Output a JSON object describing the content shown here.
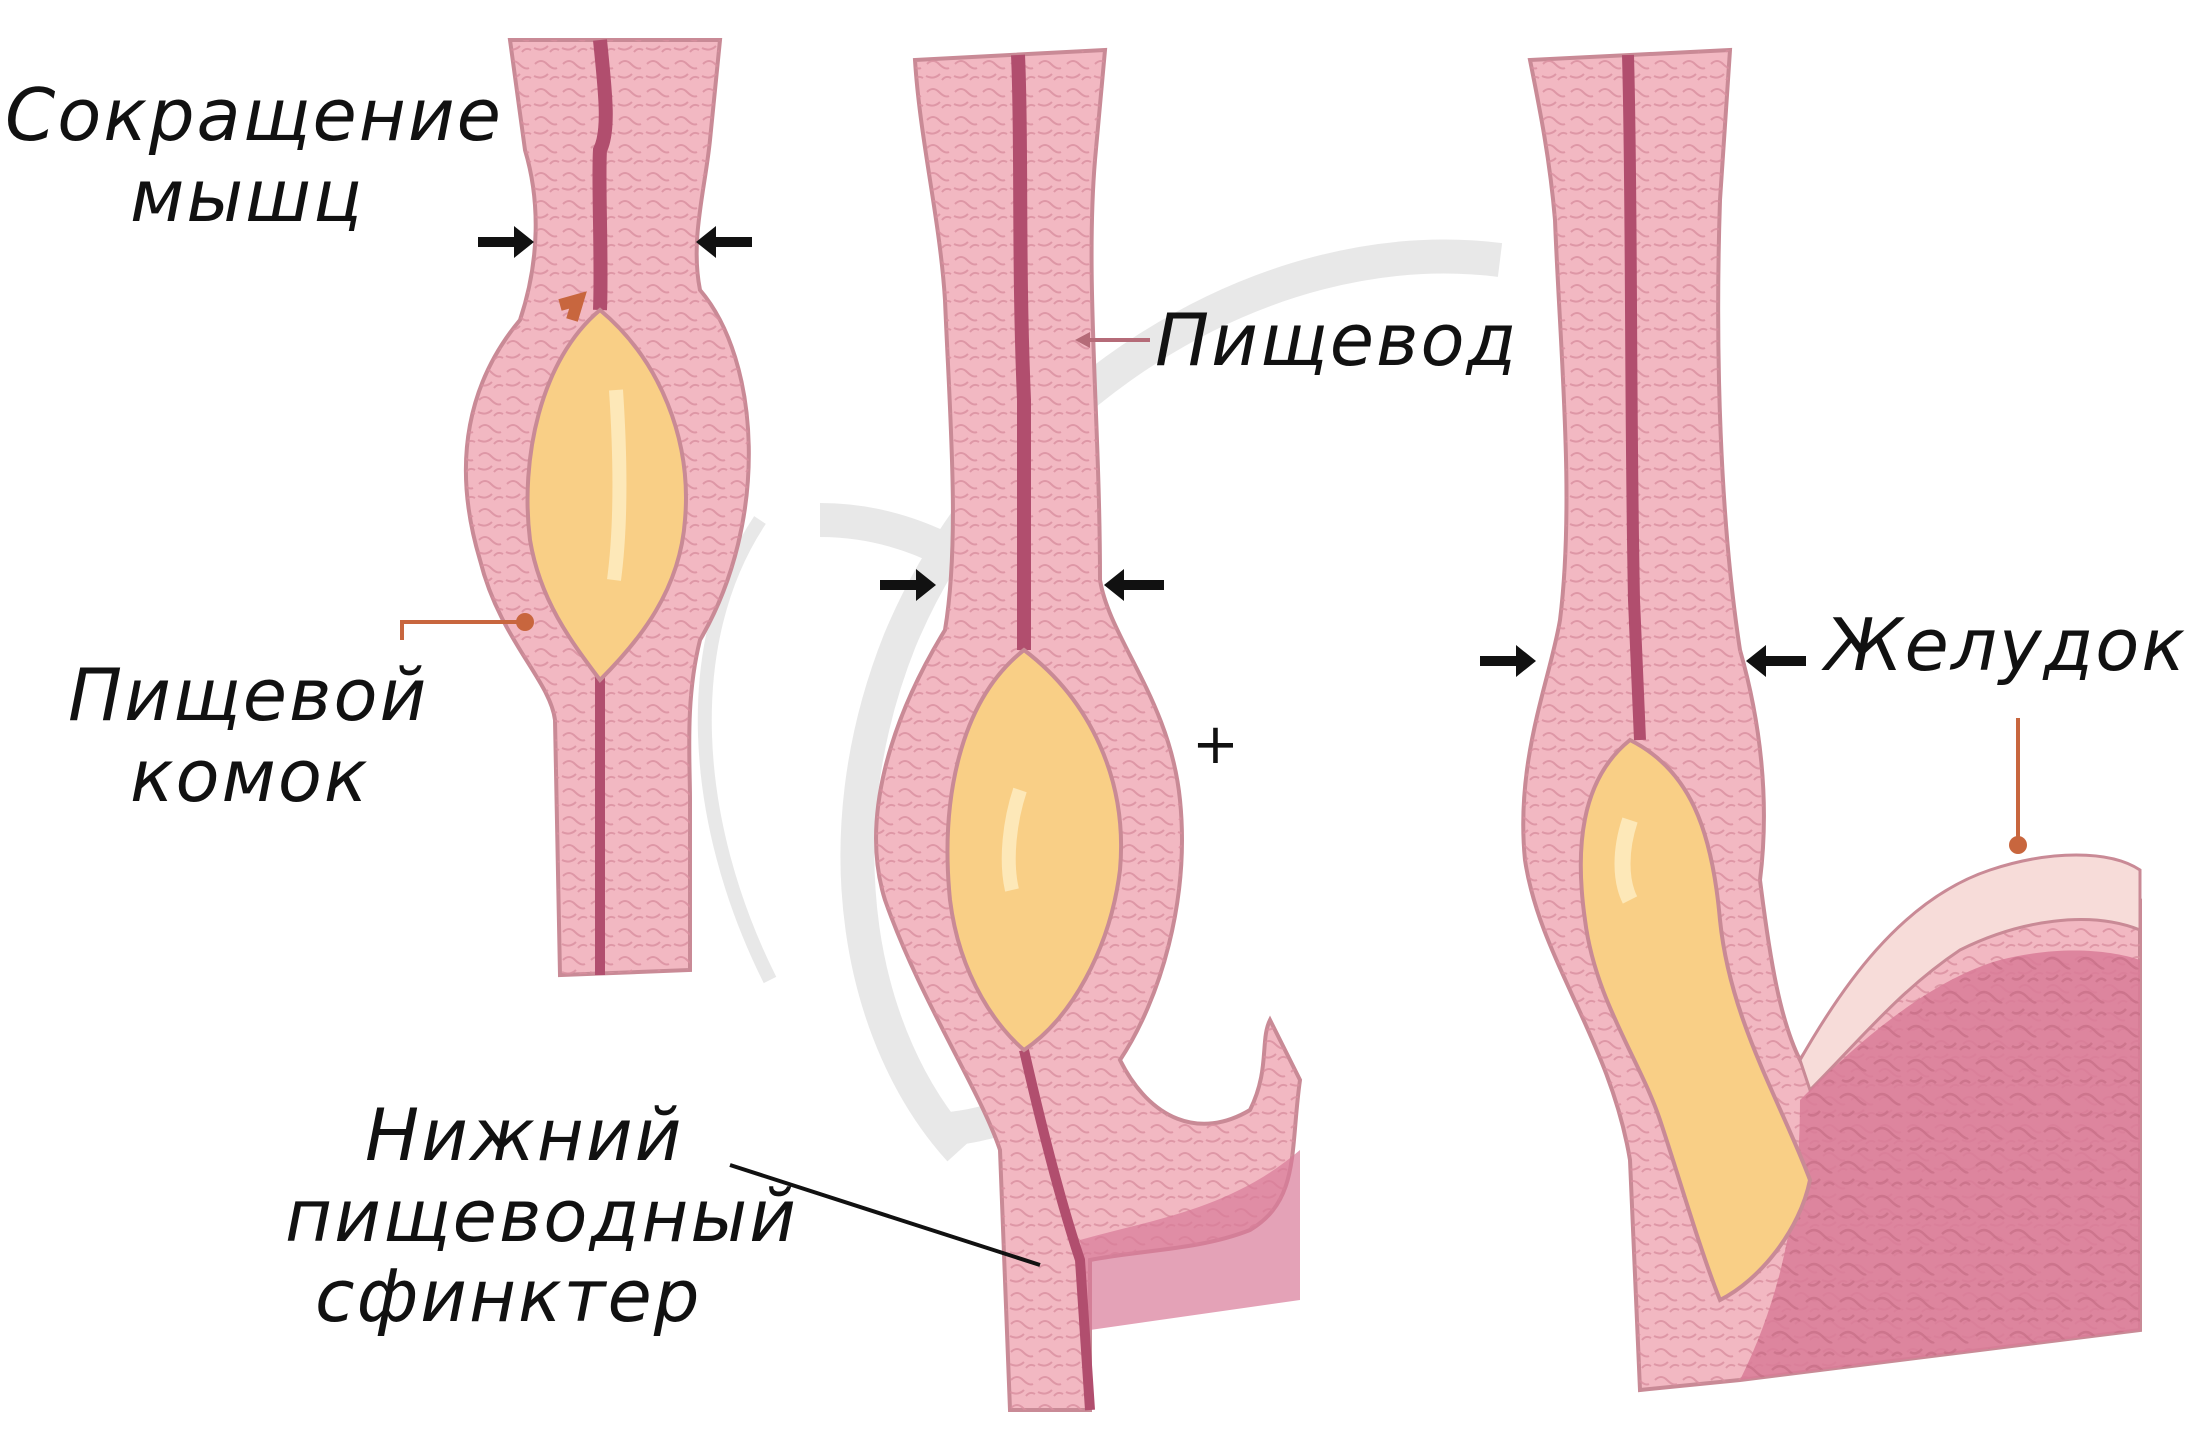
{
  "labels": {
    "muscle_contraction": [
      "Сокращение",
      "мышц"
    ],
    "bolus": [
      "Пищевой",
      "комок"
    ],
    "esophagus": "Пищевод",
    "stomach": "Желудок",
    "sphincter": [
      "Нижний",
      "пищеводный",
      "сфинктер"
    ],
    "plus": "+"
  },
  "colors": {
    "tissue": "#f2b8c2",
    "tissue_inner": "#e9a3b1",
    "tissue_outline": "#c98a96",
    "lumen": "#b14e6e",
    "bolus": "#f9cf86",
    "bolus_highlight": "#fde8b8",
    "stomach_wall": "#d97b98",
    "stomach_top": "#f7dcd9",
    "pointer": "#c8663e",
    "watermark": "#e6e6e6",
    "text": "#111111"
  }
}
